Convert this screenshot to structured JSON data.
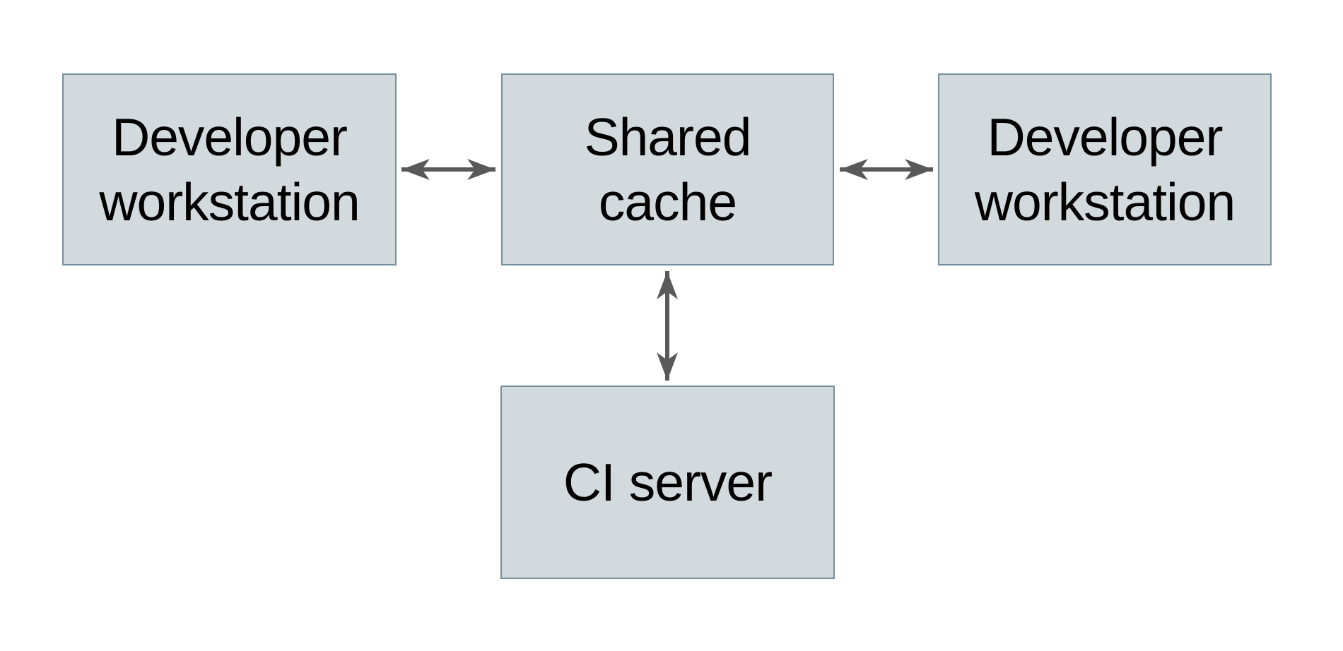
{
  "diagram": {
    "type": "architecture-diagram",
    "colors": {
      "background": "#ffffff",
      "node_fill": "#d3dade",
      "node_border": "#74909c",
      "arrow": "#595959",
      "text": "#000000"
    },
    "nodes": [
      {
        "id": "developer-workstation-left",
        "label": "Developer workstation",
        "line1": "Developer",
        "line2": "workstation"
      },
      {
        "id": "shared-cache",
        "label": "Shared cache",
        "line1": "Shared",
        "line2": "cache"
      },
      {
        "id": "developer-workstation-right",
        "label": "Developer workstation",
        "line1": "Developer",
        "line2": "workstation"
      },
      {
        "id": "ci-server",
        "label": "CI server",
        "line1": "CI server"
      }
    ],
    "edges": [
      {
        "from": "developer-workstation-left",
        "to": "shared-cache",
        "direction": "bidirectional",
        "orientation": "horizontal"
      },
      {
        "from": "shared-cache",
        "to": "developer-workstation-right",
        "direction": "bidirectional",
        "orientation": "horizontal"
      },
      {
        "from": "shared-cache",
        "to": "ci-server",
        "direction": "bidirectional",
        "orientation": "vertical"
      }
    ]
  }
}
